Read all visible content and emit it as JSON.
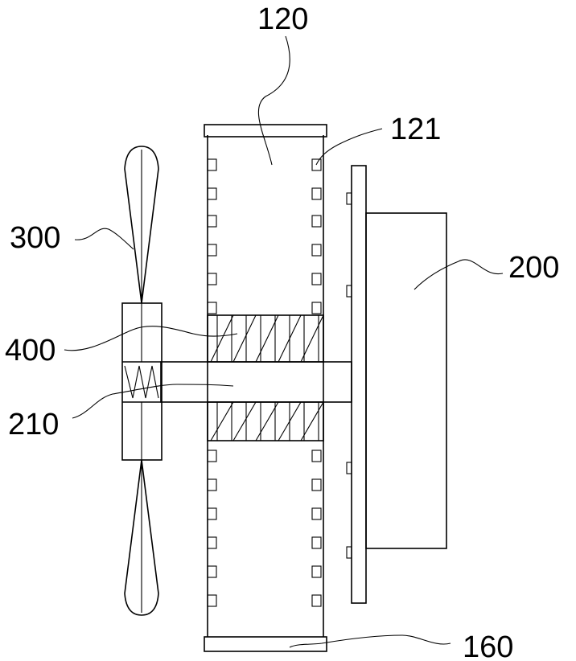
{
  "labels": {
    "l120": "120",
    "l121": "121",
    "l200": "200",
    "l300": "300",
    "l400": "400",
    "l210": "210",
    "l160": "160"
  },
  "colors": {
    "line": "#000000",
    "background": "#ffffff"
  }
}
